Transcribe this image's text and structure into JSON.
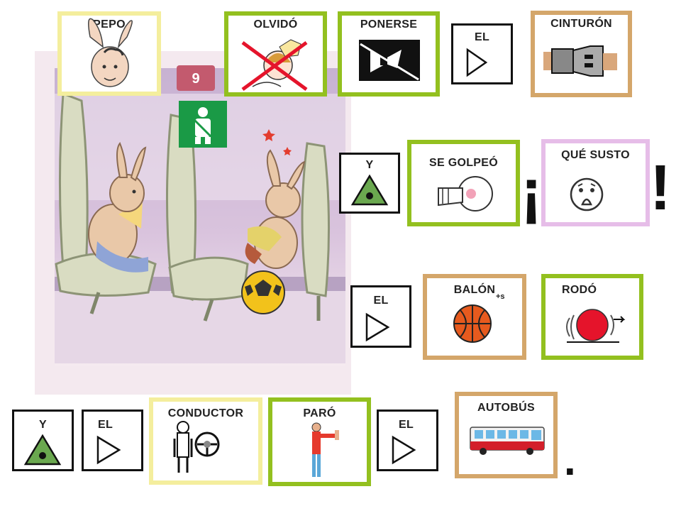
{
  "colors": {
    "yellow_border": "#f4ee9d",
    "green_border": "#93c01f",
    "tan_border": "#d4a66a",
    "pink_border": "#e6bde8",
    "black_border": "#111111",
    "signal_green": "#6aa84f",
    "red_cross": "#e5142b"
  },
  "illustration": {
    "page_number": "9",
    "icons": [
      "seatbelt-sign-icon",
      "soccer-ball-icon",
      "rabbit-icon"
    ]
  },
  "cards": {
    "pepo": {
      "label": "PEPO",
      "icon": "rabbit-face-icon"
    },
    "olvido": {
      "label": "OLVIDÓ",
      "icon": "forgot-crossed-icon"
    },
    "ponerse": {
      "label": "PONERSE",
      "icon": "fasten-seatbelt-icon"
    },
    "el1": {
      "label": "EL",
      "icon": "triangle-article-icon"
    },
    "cinturon": {
      "label": "CINTURÓN",
      "icon": "seatbelt-buckle-icon"
    },
    "y1": {
      "label": "Y",
      "icon": "green-triangle-dot-icon"
    },
    "se_golpeo": {
      "label": "SE  GOLPEÓ",
      "icon": "hit-face-icon"
    },
    "que_susto": {
      "label": "QUÉ SUSTO",
      "icon": "scared-face-icon"
    },
    "el2": {
      "label": "EL",
      "icon": "triangle-article-icon"
    },
    "balon": {
      "label": "BALÓN",
      "icon": "basketball-icon"
    },
    "rodo": {
      "label": "RODÓ",
      "icon": "rolling-ball-icon"
    },
    "y2": {
      "label": "Y",
      "icon": "green-triangle-dot-icon"
    },
    "el3": {
      "label": "EL",
      "icon": "triangle-article-icon"
    },
    "conductor": {
      "label": "CONDUCTOR",
      "icon": "driver-steering-wheel-icon"
    },
    "paro": {
      "label": "PARÓ",
      "icon": "stop-gesture-icon"
    },
    "el4": {
      "label": "EL",
      "icon": "triangle-article-icon"
    },
    "autobus": {
      "label": "AUTOBÚS",
      "icon": "bus-icon"
    }
  },
  "punctuation": {
    "exclaim_open": "¡",
    "exclaim_close": "!",
    "period": "."
  },
  "balon_plural_mark": "+s"
}
